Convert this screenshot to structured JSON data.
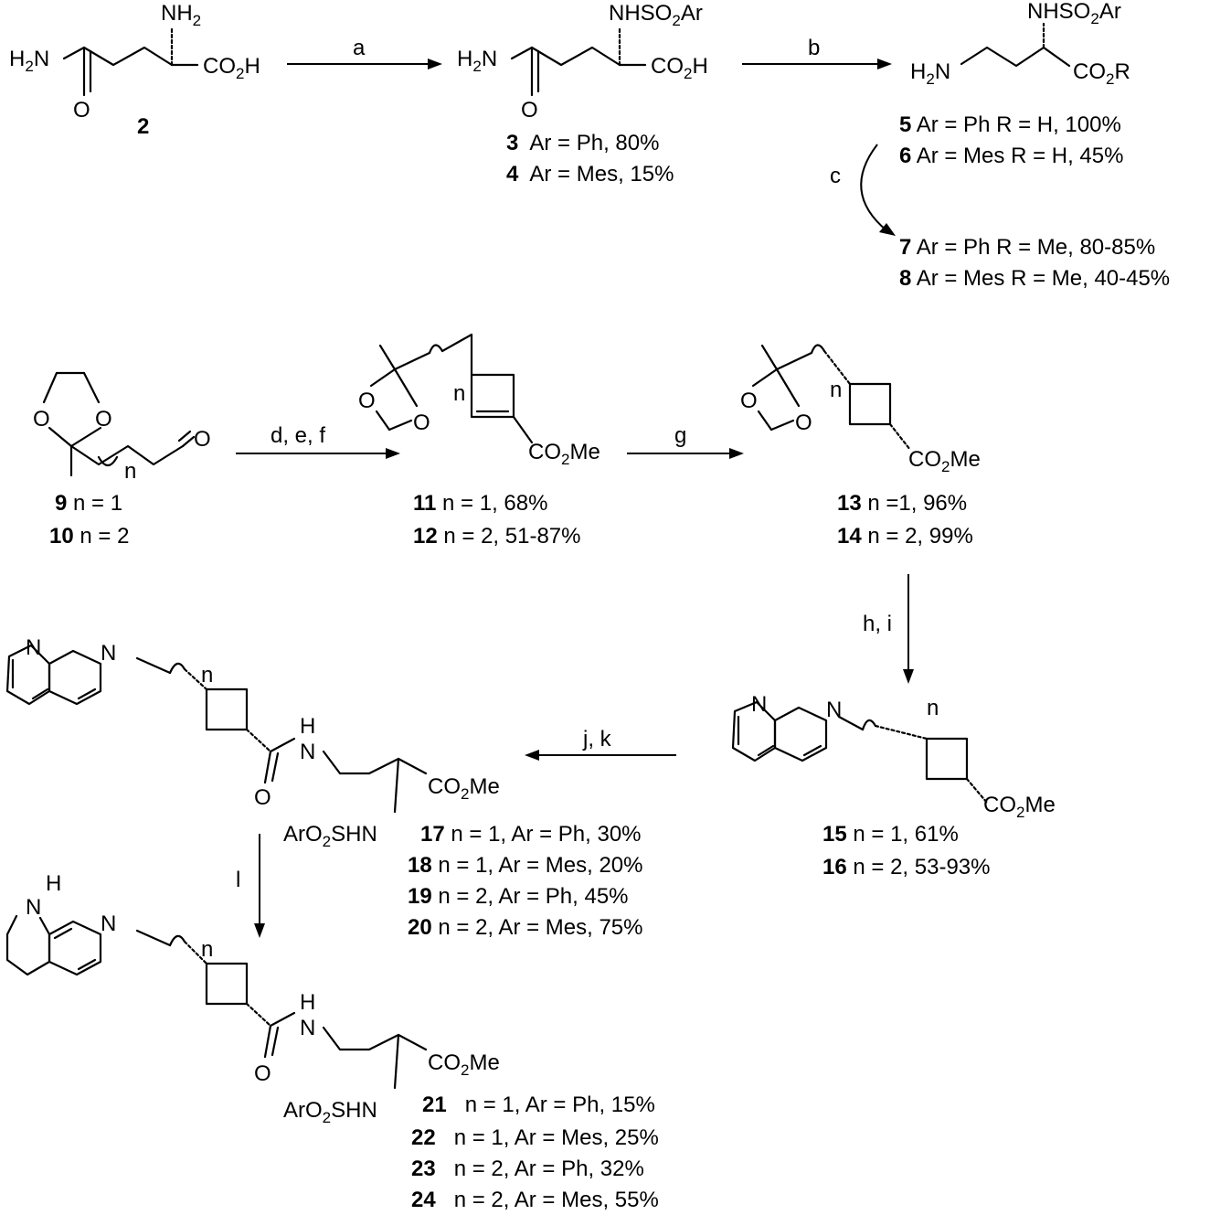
{
  "reagents": [
    "a",
    "b",
    "c",
    "d, e, f",
    "g",
    "h, i",
    "j, k",
    "l"
  ],
  "labels": {
    "2": {
      "num": "2",
      "text": ""
    },
    "3": {
      "num": "3",
      "text": "  Ar = Ph, 80%"
    },
    "4": {
      "num": "4",
      "text": "  Ar = Mes, 15%"
    },
    "5": {
      "num": "5",
      "text": " Ar = Ph R = H, 100%"
    },
    "6": {
      "num": "6",
      "text": " Ar = Mes R = H, 45%"
    },
    "7": {
      "num": "7",
      "text": " Ar = Ph R = Me, 80-85%"
    },
    "8": {
      "num": "8",
      "text": " Ar = Mes R = Me, 40-45%"
    },
    "9": {
      "num": "9",
      "text": " n = 1"
    },
    "10": {
      "num": "10",
      "text": " n = 2"
    },
    "11": {
      "num": "11",
      "text": " n = 1, 68%"
    },
    "12": {
      "num": "12",
      "text": " n = 2, 51-87%"
    },
    "13": {
      "num": "13",
      "text": " n =1, 96%"
    },
    "14": {
      "num": "14",
      "text": " n = 2, 99%"
    },
    "15": {
      "num": "15",
      "text": " n = 1, 61%"
    },
    "16": {
      "num": "16",
      "text": " n = 2, 53-93%"
    },
    "17": {
      "num": "17",
      "text": " n = 1, Ar = Ph, 30%"
    },
    "18": {
      "num": "18",
      "text": " n = 1, Ar = Mes, 20%"
    },
    "19": {
      "num": "19",
      "text": " n = 2, Ar = Ph, 45%"
    },
    "20": {
      "num": "20",
      "text": " n = 2, Ar = Mes, 75%"
    },
    "21": {
      "num": "21",
      "text": "   n = 1, Ar = Ph, 15%"
    },
    "22": {
      "num": "22",
      "text": "   n = 1, Ar = Mes, 25%"
    },
    "23": {
      "num": "23",
      "text": "   n = 2, Ar = Ph, 32%"
    },
    "24": {
      "num": "24",
      "text": "   n = 2, Ar = Mes, 55%"
    }
  },
  "atoms": {
    "nh2": "NH",
    "h2n": "H",
    "co2h": "CO",
    "h": "H",
    "o": "O",
    "two": "2",
    "nhso2ar": "NHSO",
    "ar": "Ar",
    "co2r": "CO",
    "r": "R",
    "co2me": "CO",
    "me": "Me",
    "n": "N",
    "nh_h": "H",
    "n_idx": "n",
    "aro2shn_a": "ArO",
    "aro2shn_b": "SHN"
  }
}
